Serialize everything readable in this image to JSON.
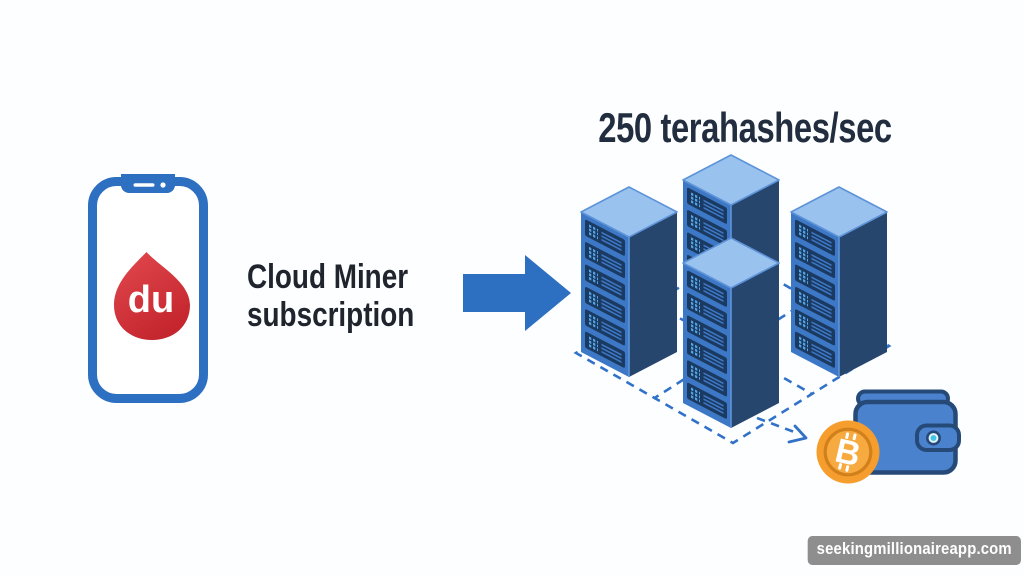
{
  "hashrate_title": "250 terahashes/sec",
  "subscription": {
    "line1": "Cloud Miner",
    "line2": "subscription"
  },
  "phone": {
    "logo_text": "du"
  },
  "wallet": {
    "coin_symbol": "B"
  },
  "watermark": "seekingmillionaireapp.com",
  "theme": {
    "background": "#FDFEFF",
    "blue-accent": "#2D6FC1",
    "heading-text": "#222E3F",
    "label-text": "#1F242D",
    "tower-top": "#99C3EE",
    "tower-left": "#3D78C6",
    "tower-right": "#26466E",
    "tower-panel": "#1B3A61",
    "tower-dots": "#55A5E6",
    "tower-lines": "#3E79C8",
    "tower-edge": "#5E93D8",
    "dash-blue": "#3172C8",
    "wallet-fill": "#4B82CE",
    "wallet-outline": "#264A78",
    "wallet-button": "#45C6E9",
    "coin-outer": "#F59E2E",
    "coin-inner": "#F7AA3F",
    "coin-ring": "#D2801C",
    "logo-red-top": "#E2494F",
    "logo-red-bottom": "#C5262E",
    "watermark-bg": "#8E8E8E",
    "watermark-text": "#FFFFFF"
  }
}
